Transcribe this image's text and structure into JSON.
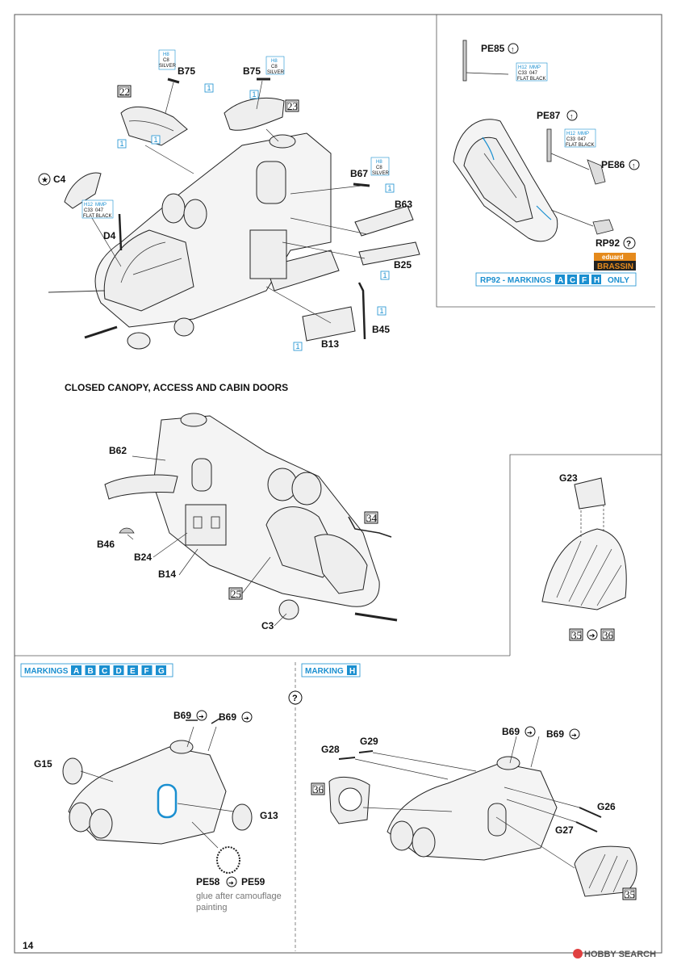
{
  "page_number": "14",
  "section1": {
    "labels": {
      "b75_left": "B75",
      "b75_right": "B75",
      "c4": "C4",
      "d4": "D4",
      "b67": "B67",
      "b63": "B63",
      "b25": "B25",
      "b45": "B45",
      "b13": "B13"
    },
    "step_boxes": {
      "s22": "22",
      "s23": "23"
    },
    "step_ones": [
      "1",
      "1",
      "1",
      "1",
      "1",
      "1",
      "1",
      "1"
    ],
    "paint_left": {
      "code": "H8",
      "c": "C8",
      "name": "SILVER"
    },
    "paint_right": {
      "code": "H8",
      "c": "C8",
      "name": "SILVER"
    },
    "paint_b67": {
      "code": "H8",
      "c": "C8",
      "name": "SILVER"
    },
    "paint_c4": {
      "h": "H12",
      "mmp": "MMP",
      "c": "C33",
      "n": "047",
      "name": "FLAT BLACK"
    }
  },
  "inset": {
    "pe85": "PE85",
    "pe87": "PE87",
    "pe86": "PE86",
    "rp92": "RP92",
    "paint_pe85": {
      "h": "H12",
      "mmp": "MMP",
      "c": "C33",
      "n": "047",
      "name": "FLAT BLACK"
    },
    "paint_pe87": {
      "h": "H12",
      "mmp": "MMP",
      "c": "C33",
      "n": "047",
      "name": "FLAT BLACK"
    },
    "brand_top": "eduard",
    "brand_bottom": "BRASSIN",
    "markings_prefix": "RP92 - MARKINGS",
    "markings_letters": [
      "A",
      "C",
      "F",
      "H"
    ],
    "markings_suffix": "ONLY"
  },
  "section2": {
    "title": "CLOSED CANOPY, ACCESS AND CABIN DOORS",
    "labels": {
      "b62": "B62",
      "b46": "B46",
      "b24": "B24",
      "b14": "B14",
      "c3": "C3"
    },
    "step_boxes": {
      "s34": "34",
      "s25": "25"
    }
  },
  "inset2": {
    "g23": "G23",
    "step_from": "35",
    "step_to": "36"
  },
  "section3": {
    "markings_label": "MARKINGS",
    "markings_letters": [
      "A",
      "B",
      "C",
      "D",
      "E",
      "F",
      "G"
    ],
    "labels": {
      "b69a": "B69",
      "b69b": "B69",
      "g15": "G15",
      "g13": "G13",
      "pe58": "PE58",
      "pe59": "PE59"
    },
    "note_line1": "glue after camouflage",
    "note_line2": "painting"
  },
  "section4": {
    "marking_label": "MARKING",
    "marking_letter": "H",
    "labels": {
      "b69a": "B69",
      "b69b": "B69",
      "g28": "G28",
      "g29": "G29",
      "g26": "G26",
      "g27": "G27"
    },
    "step_boxes": {
      "s36": "36",
      "s35": "35"
    }
  },
  "watermark": "HOBBY SEARCH"
}
